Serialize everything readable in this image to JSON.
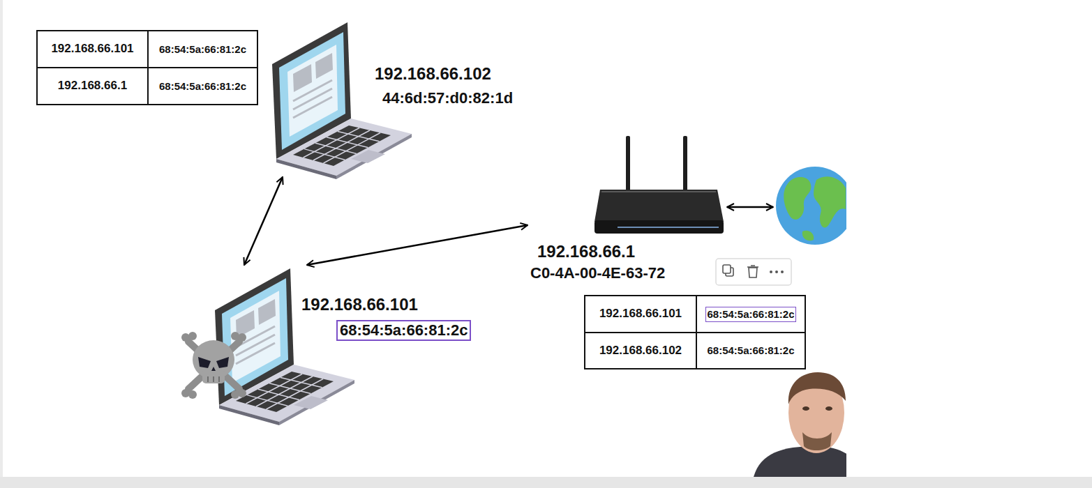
{
  "diagram": {
    "nodes": [
      {
        "text": [
          "192.168.66.102",
          "44:6d:57:d0:82:1d"
        ]
      },
      {
        "text": [
          "192.168.66.1",
          "C0-4A-00-4E-63-72"
        ]
      },
      {
        "text": [
          "192.168.66.101",
          "68:54:5a:66:81:2c"
        ]
      }
    ],
    "edges": [
      {
        "from": 0,
        "to": 2,
        "arrow": "both"
      },
      {
        "from": 2,
        "to": 1,
        "arrow": "both"
      }
    ],
    "labels": [
      "192.168.66.101",
      "68:54:5a:66:81:2c",
      "192.168.66.1",
      "68:54:5a:66:81:2c",
      "192.168.66.101",
      "68:54:5a:66:81:2c",
      "192.168.66.102",
      "68:54:5a:66:81:2c"
    ]
  }
}
